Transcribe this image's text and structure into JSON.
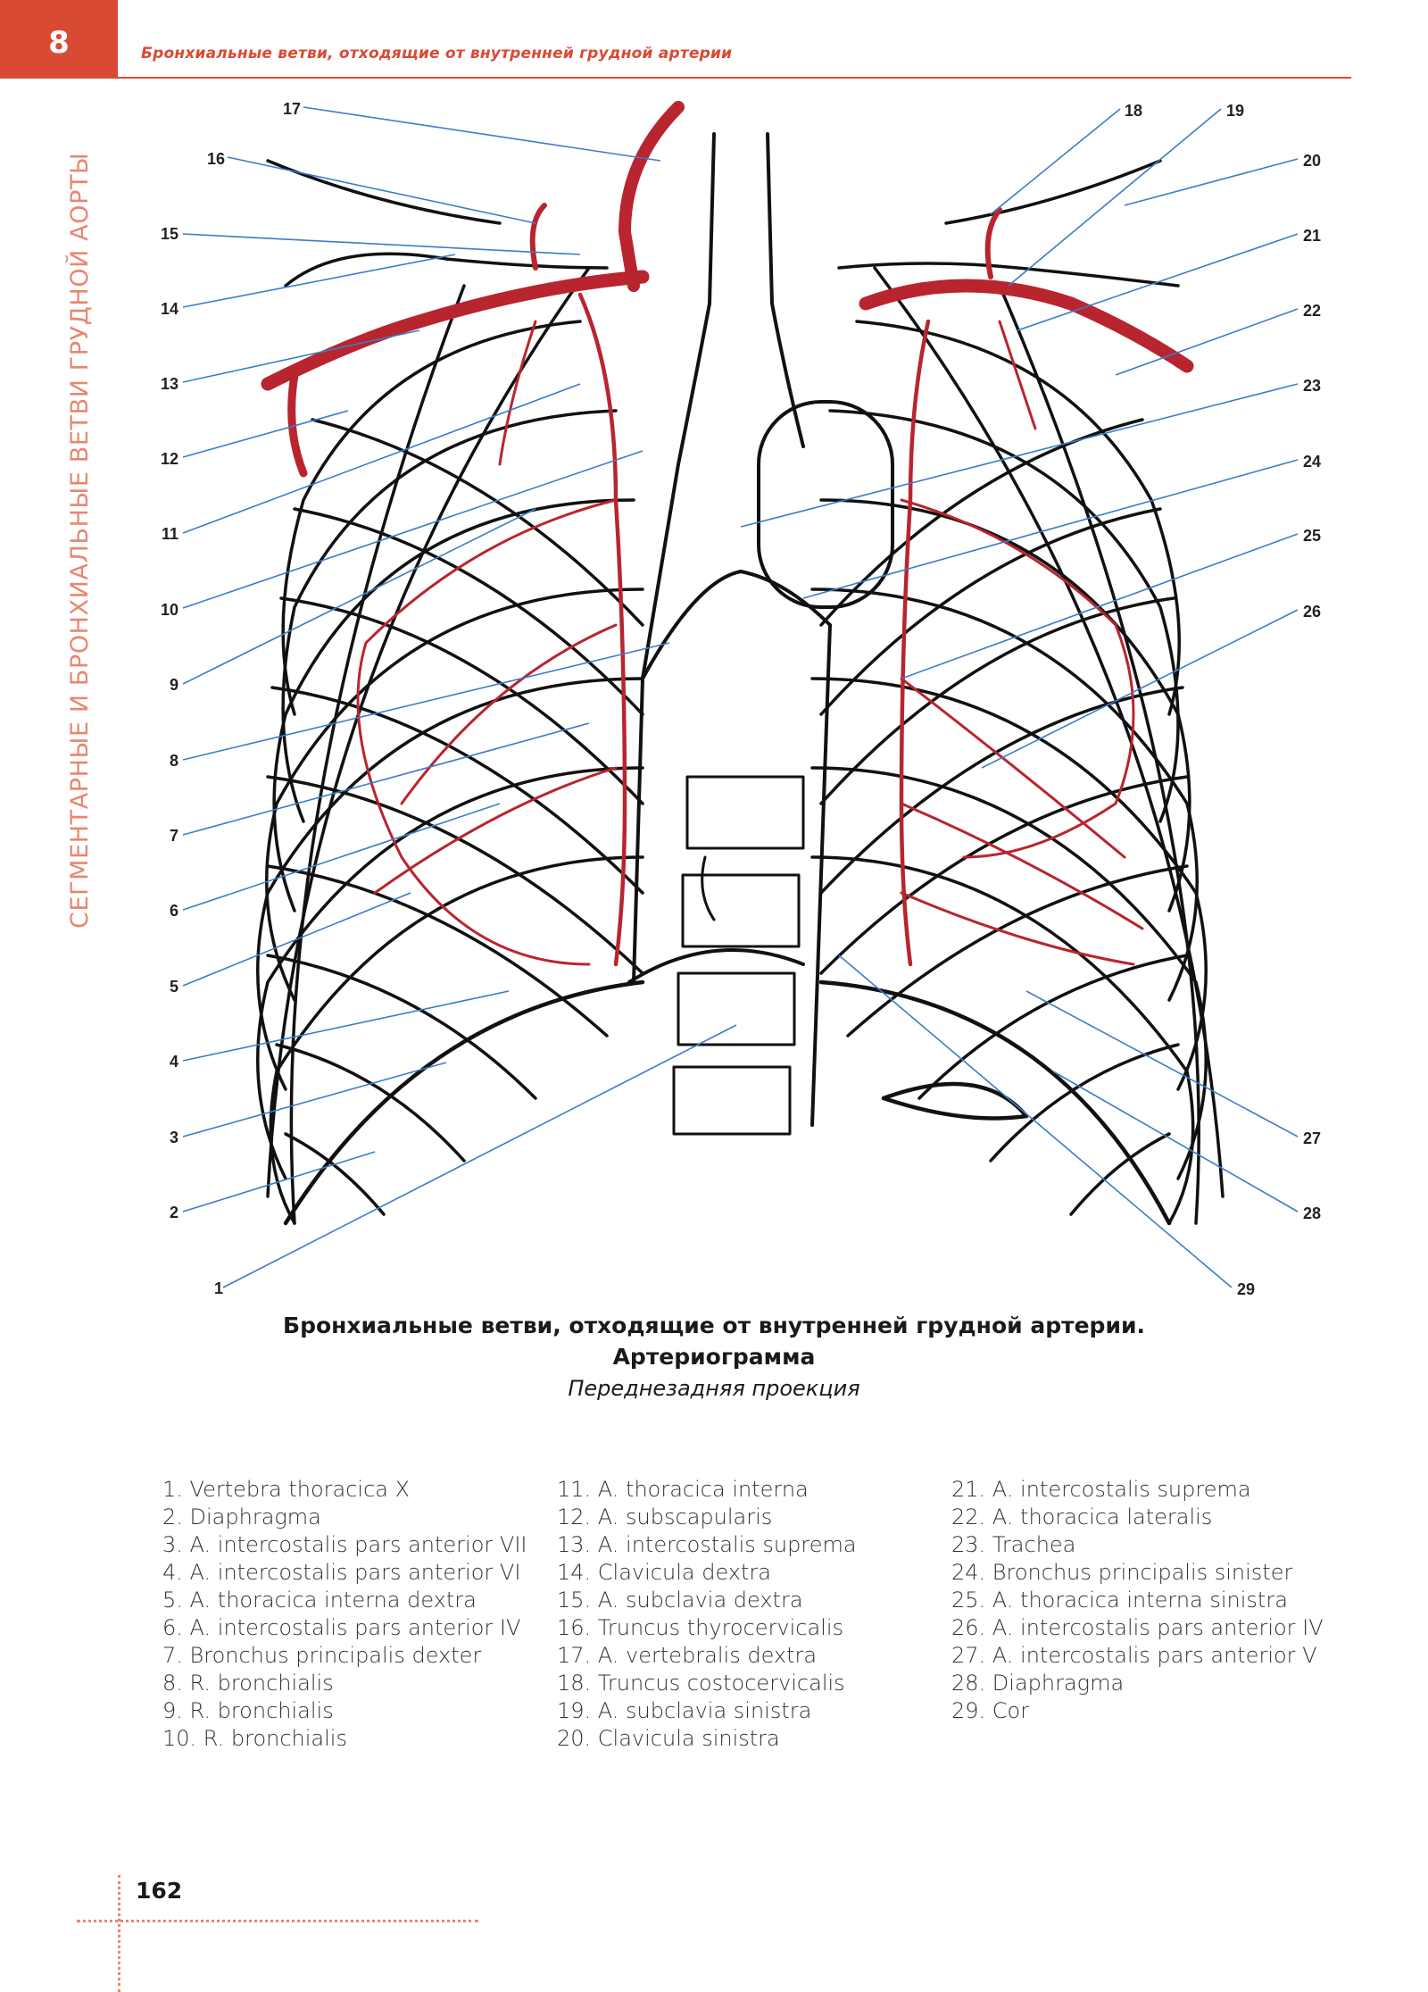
{
  "header": {
    "chapter_number": "8",
    "title": "Бронхиальные ветви, отходящие от внутренней грудной артерии",
    "side_title": "СЕГМЕНТАРНЫЕ И БРОНХИАЛЬНЫЕ ВЕТВИ ГРУДНОЙ АОРТЫ"
  },
  "figure": {
    "left_labels": [
      "17",
      "16",
      "15",
      "14",
      "13",
      "12",
      "11",
      "10",
      "9",
      "8",
      "7",
      "6",
      "5",
      "4",
      "3",
      "2",
      "1"
    ],
    "right_labels": [
      "18",
      "19",
      "20",
      "21",
      "22",
      "23",
      "24",
      "25",
      "26",
      "27",
      "28",
      "29"
    ],
    "colors": {
      "artery": "#b8252f",
      "anatomy": "#111111",
      "leader": "#3d7cc9",
      "accent": "#d94a34"
    }
  },
  "caption": {
    "title": "Бронхиальные ветви, отходящие от внутренней грудной артерии.",
    "subtitle": "Артериограмма",
    "projection": "Переднезадняя проекция"
  },
  "legend": {
    "col1": [
      "1. Vertebra thoracica X",
      "2. Diaphragma",
      "3. A. intercostalis pars anterior VII",
      "4. A. intercostalis pars anterior VI",
      "5. A. thoracica interna dextra",
      "6. A. intercostalis pars anterior IV",
      "7. Bronchus principalis dexter",
      "8. R. bronchialis",
      "9. R. bronchialis",
      "10. R. bronchialis"
    ],
    "col2": [
      "11. A. thoracica interna",
      "12. A. subscapularis",
      "13. A. intercostalis suprema",
      "14. Clavicula dextra",
      "15. A. subclavia dextra",
      "16. Truncus thyrocervicalis",
      "17. A. vertebralis dextra",
      "18. Truncus costocervicalis",
      "19. A. subclavia sinistra",
      "20. Clavicula sinistra"
    ],
    "col3": [
      "21. A. intercostalis suprema",
      "22. A. thoracica lateralis",
      "23. Trachea",
      "24. Bronchus principalis sinister",
      "25. A. thoracica interna sinistra",
      "26. A. intercostalis pars anterior IV",
      "27. A. intercostalis pars anterior V",
      "28. Diaphragma",
      "29. Cor"
    ]
  },
  "footer": {
    "page_number": "162"
  }
}
